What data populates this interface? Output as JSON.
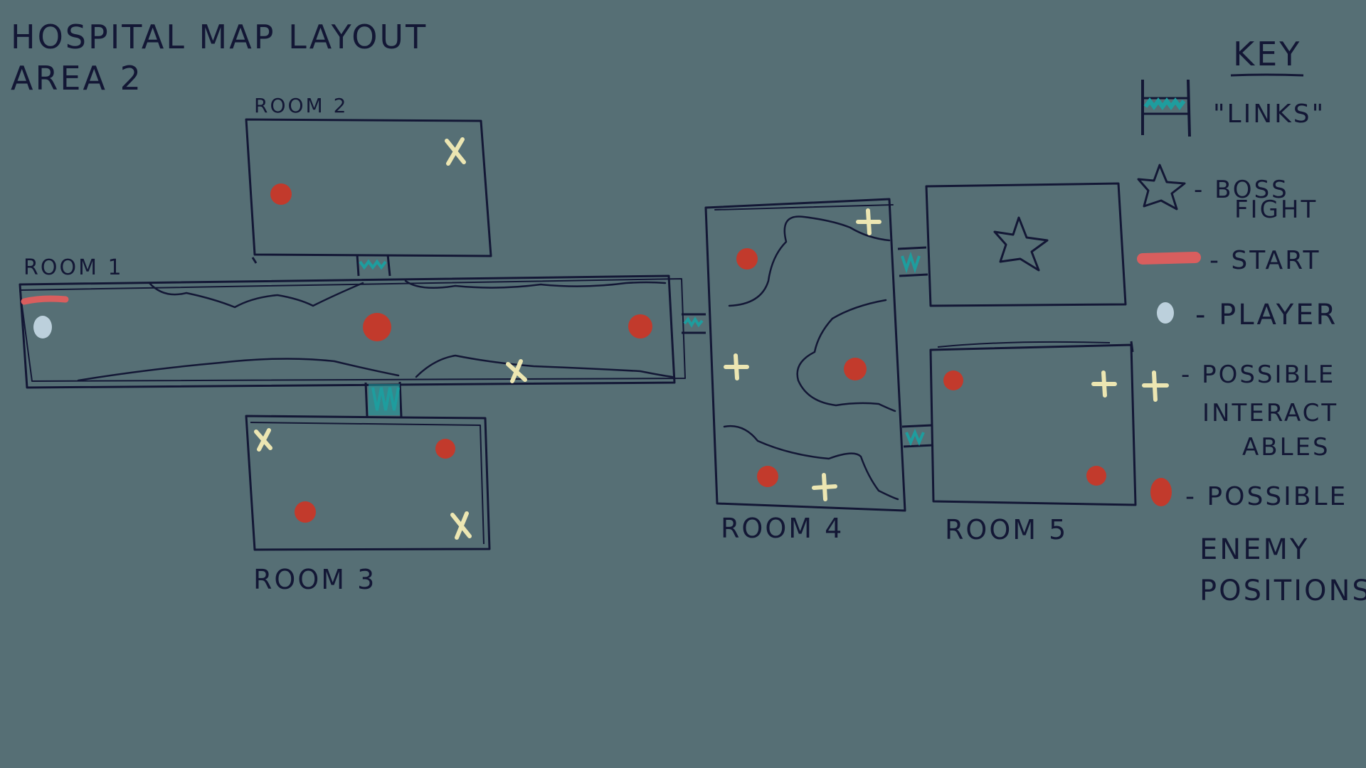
{
  "title": {
    "line1": "HOSPITAL MAP LAYOUT",
    "line2": "AREA 2"
  },
  "rooms": {
    "room1": "ROOM 1",
    "room2": "ROOM 2",
    "room3": "ROOM 3",
    "room4": "ROOM 4",
    "room5": "ROOM 5"
  },
  "key": {
    "heading": "KEY",
    "links": "\"LINKS\"",
    "boss_line1": "- BOSS",
    "boss_line2": "FIGHT",
    "start": "- START",
    "player": "- PLAYER",
    "interact_line1": "- POSSIBLE",
    "interact_line2": "INTERACT",
    "interact_line3": "ABLES",
    "enemy_line1": "- POSSIBLE",
    "enemy_line2": "ENEMY",
    "enemy_line3": "POSITIONS"
  },
  "colors": {
    "background": "#566f75",
    "ink": "#131735",
    "enemy": "#c23a2c",
    "interactable": "#ece6b2",
    "player": "#bcd0dc",
    "start": "#d95e5e",
    "link": "#1e9d9e"
  },
  "icons": {
    "boss": "star-icon",
    "interactable": "cross-icon",
    "enemy": "red-dot-icon",
    "player": "blue-dot-icon",
    "start": "red-bar-icon",
    "link": "link-connector-icon"
  }
}
